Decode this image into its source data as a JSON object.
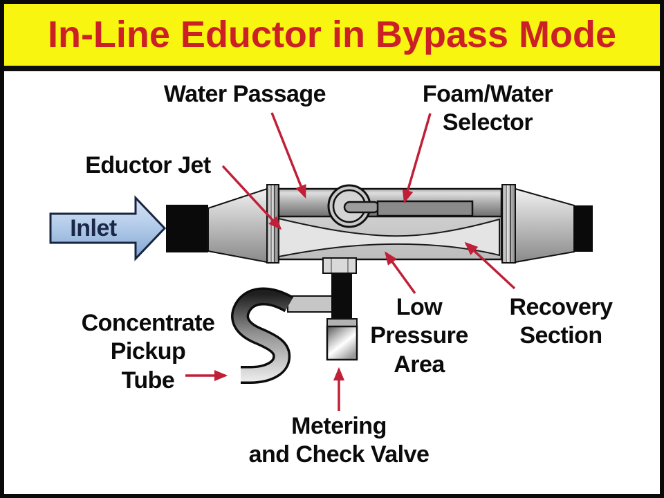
{
  "title": "In-Line Eductor in Bypass Mode",
  "labels": {
    "water_passage": "Water Passage",
    "foam_water_selector": "Foam/Water\nSelector",
    "eductor_jet": "Eductor Jet",
    "inlet": "Inlet",
    "concentrate_pickup_tube": "Concentrate\nPickup\nTube",
    "low_pressure_area": "Low\nPressure\nArea",
    "recovery_section": "Recovery\nSection",
    "metering_check_valve": "Metering\nand Check Valve"
  },
  "colors": {
    "banner_yellow": "#F8F511",
    "title_red": "#CC2027",
    "pointer_red": "#BF2038",
    "inlet_blue_light": "#D8E5F6",
    "inlet_blue_dark": "#7FA6D2",
    "label_black": "#0B0B0B",
    "metal_gray": "#C8C8C8"
  }
}
